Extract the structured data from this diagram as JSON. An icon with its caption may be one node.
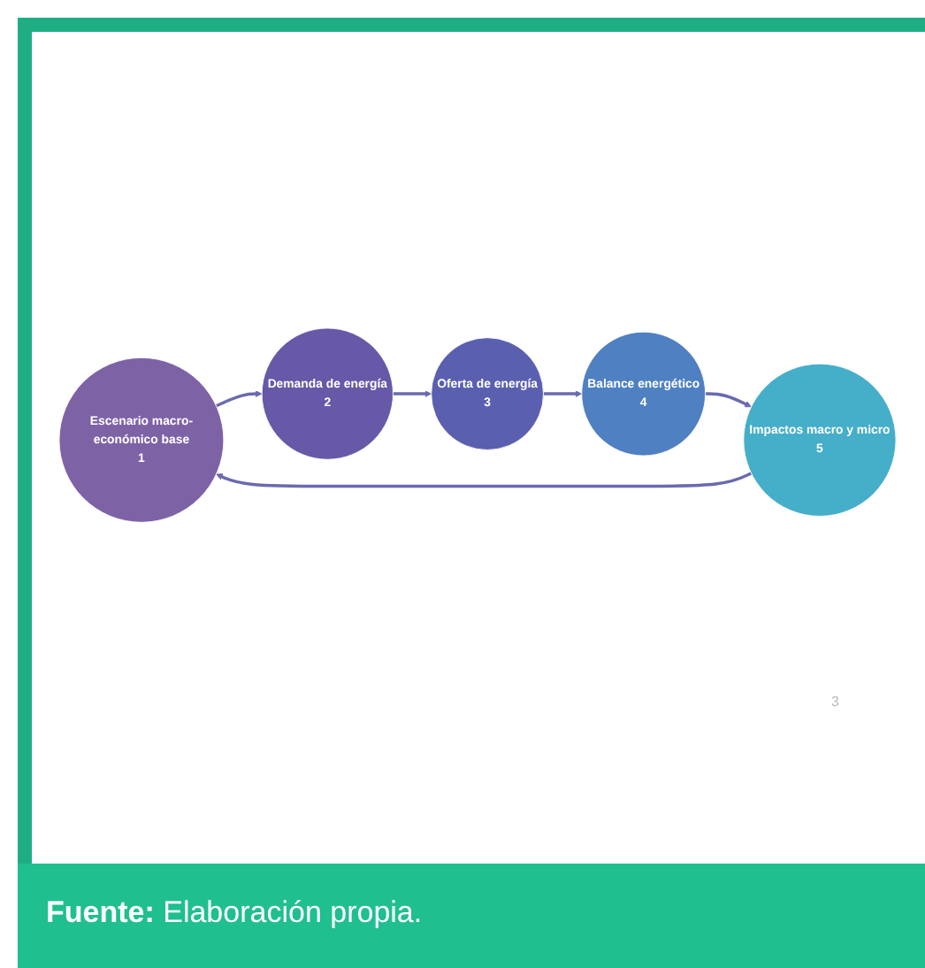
{
  "diagram": {
    "caption": "**Fuente:** Elaboración propia.",
    "nodes": [
      {
        "text": [
          "Escenario macro-económico base",
          "1"
        ]
      },
      {
        "text": [
          "Demanda de energía",
          "2"
        ]
      },
      {
        "text": [
          "Oferta de energía",
          "3"
        ]
      },
      {
        "text": [
          "Balance energético",
          "4"
        ]
      },
      {
        "text": [
          "Impactos macro y micro",
          "5"
        ]
      }
    ],
    "edges": [
      {
        "from": 0,
        "to": 1,
        "arrow": "to"
      },
      {
        "from": 1,
        "to": 2,
        "arrow": "to"
      },
      {
        "from": 2,
        "to": 3,
        "arrow": "to"
      },
      {
        "from": 3,
        "to": 4,
        "arrow": "to"
      },
      {
        "from": 4,
        "to": 0,
        "arrow": "to"
      }
    ],
    "labels": [
      "3"
    ]
  }
}
